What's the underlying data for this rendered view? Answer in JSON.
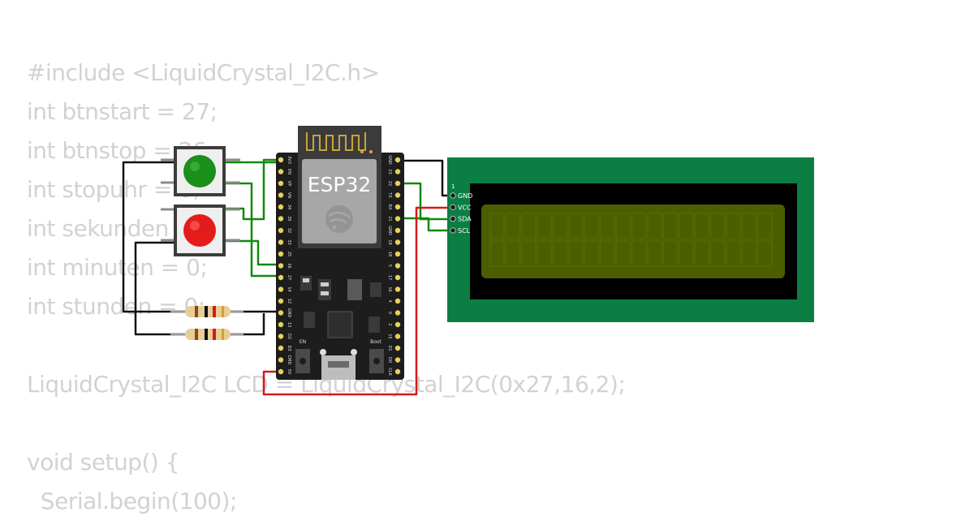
{
  "code_lines": [
    "#include <LiquidCrystal_I2C.h>",
    "int btnstart = 27;",
    "int btnstop = 26;",
    "int stopuhr = 0;",
    "int sekunden = 0;",
    "int minuten = 0;",
    "int stunden = 0;",
    "",
    "LiquidCrystal_I2C LCD = LiquidCrystal_I2C(0x27,16,2);",
    "",
    "void setup() {",
    "  Serial.begin(100);"
  ],
  "esp32": {
    "label": "ESP32",
    "left_pins": [
      "3V3",
      "EN",
      "VP",
      "VN",
      "34",
      "35",
      "32",
      "33",
      "25",
      "26",
      "27",
      "14",
      "12",
      "GND",
      "13",
      "D2",
      "D3",
      "CMD",
      "5V"
    ],
    "right_pins": [
      "GND",
      "23",
      "22",
      "TX",
      "RX",
      "21",
      "GND",
      "19",
      "18",
      "5",
      "17",
      "16",
      "4",
      "0",
      "2",
      "15",
      "D1",
      "D0",
      "CLK"
    ],
    "en_label": "EN",
    "boot_label": "Boot"
  },
  "lcd": {
    "pin_index_label": "1",
    "pins": [
      "GND",
      "VCC",
      "SDA",
      "SCL"
    ]
  },
  "colors": {
    "wire_green": "#11890b",
    "wire_black": "#111111",
    "wire_red": "#d41a1a",
    "lcd_pcb": "#0b7f43",
    "lcd_screen": "#4b5f00",
    "button_green": "#1a8f1a",
    "button_red": "#e31b1b",
    "board": "#1d1d1d"
  }
}
